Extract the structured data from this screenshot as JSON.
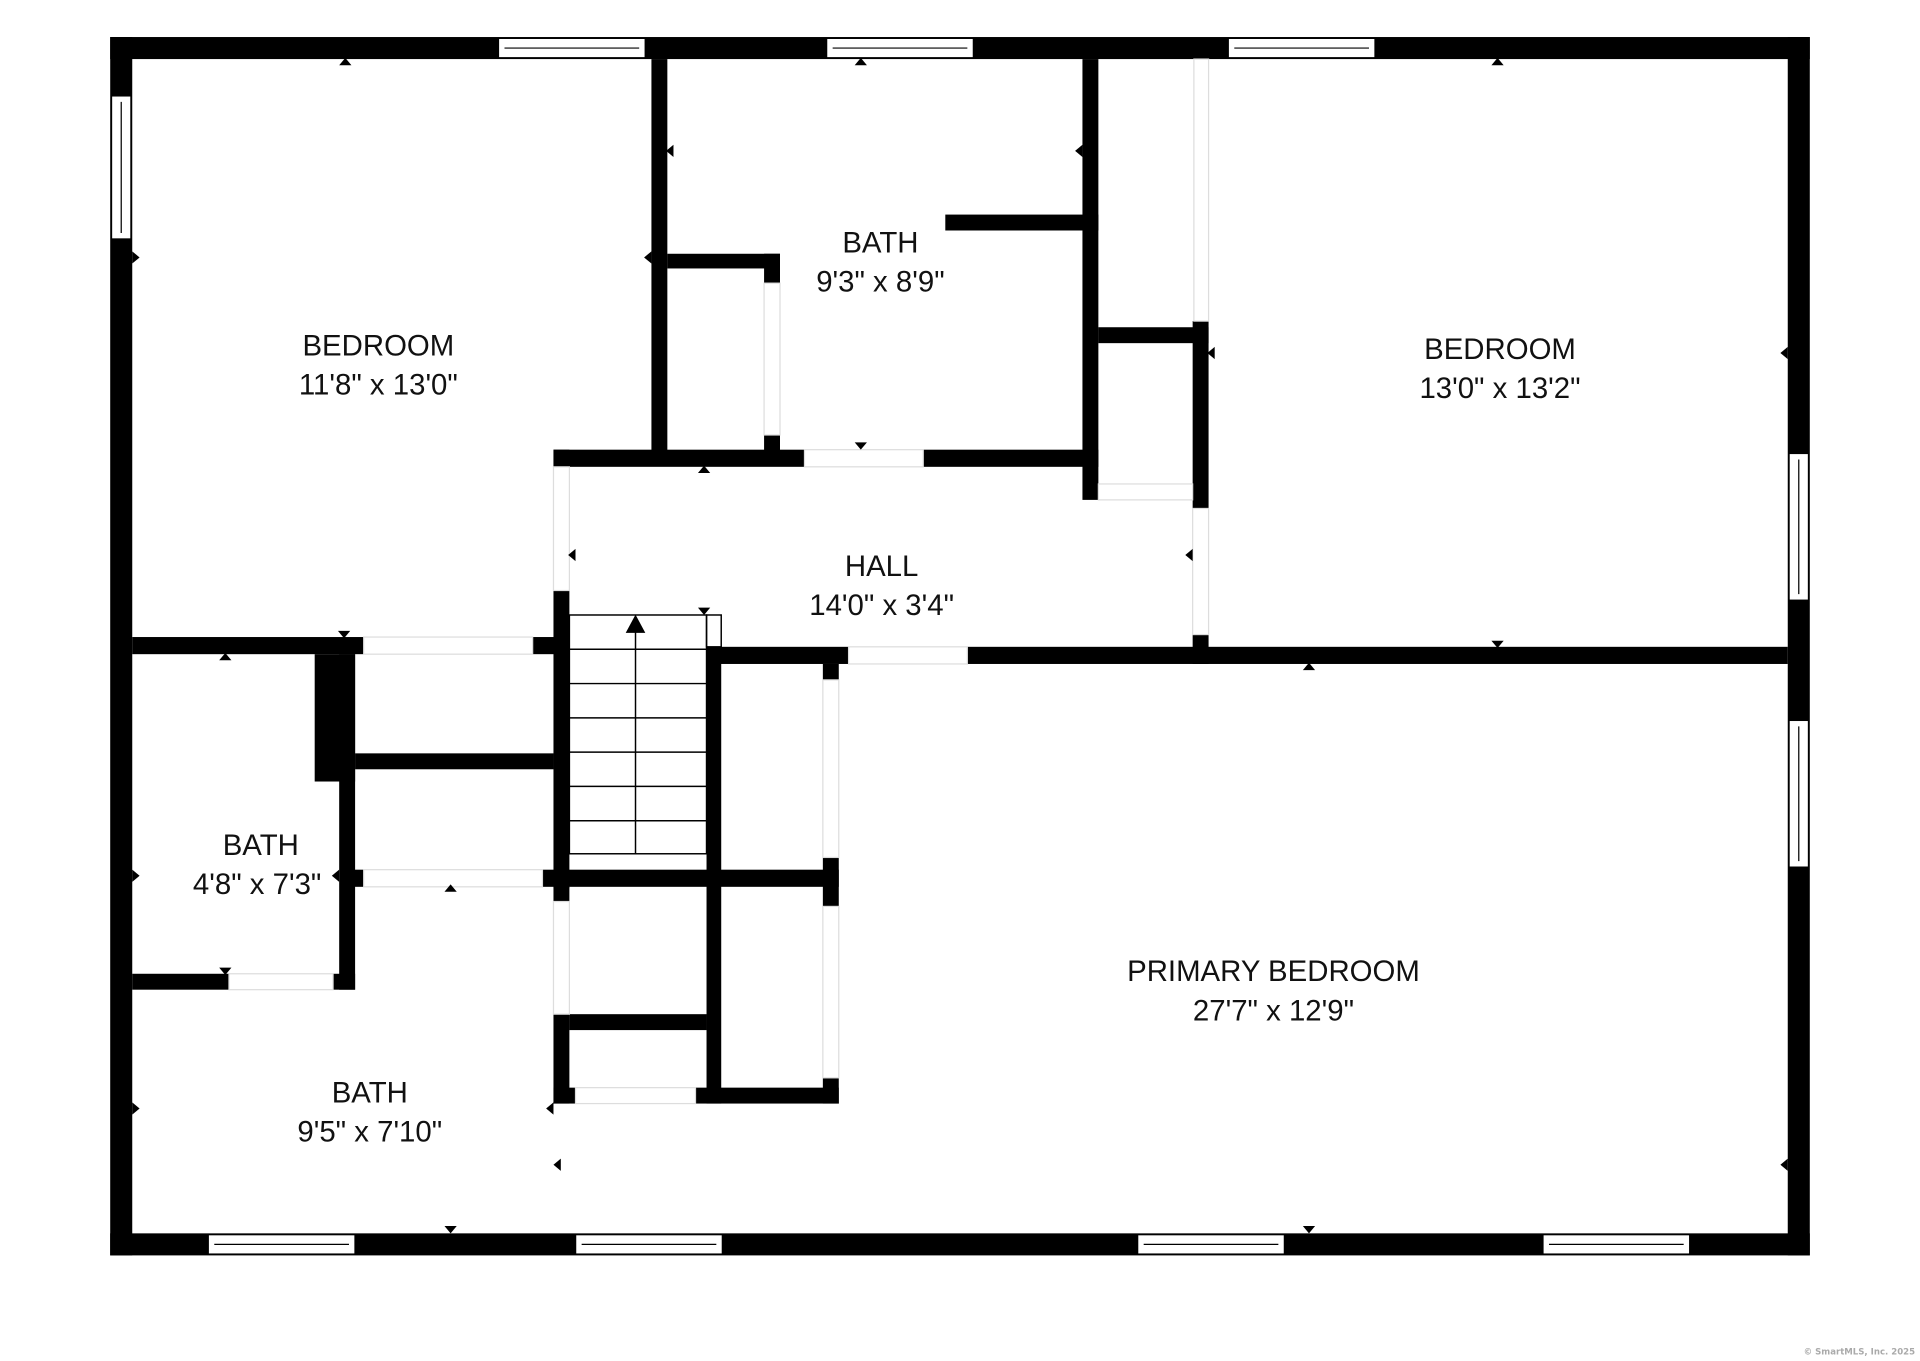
{
  "plan": {
    "rooms": [
      {
        "name": "BEDROOM",
        "dims": "11'8\" x 13'0\""
      },
      {
        "name": "BATH",
        "dims": "9'3\" x 8'9\""
      },
      {
        "name": "BEDROOM",
        "dims": "13'0\" x 13'2\""
      },
      {
        "name": "HALL",
        "dims": "14'0\" x 3'4\""
      },
      {
        "name": "BATH",
        "dims": "4'8\" x 7'3\""
      },
      {
        "name": "BATH",
        "dims": "9'5\" x 7'10\""
      },
      {
        "name": "PRIMARY BEDROOM",
        "dims": "27'7\" x 12'9\""
      }
    ],
    "wall_color": "#000000",
    "copyright": "© SmartMLS, Inc.  2025"
  }
}
